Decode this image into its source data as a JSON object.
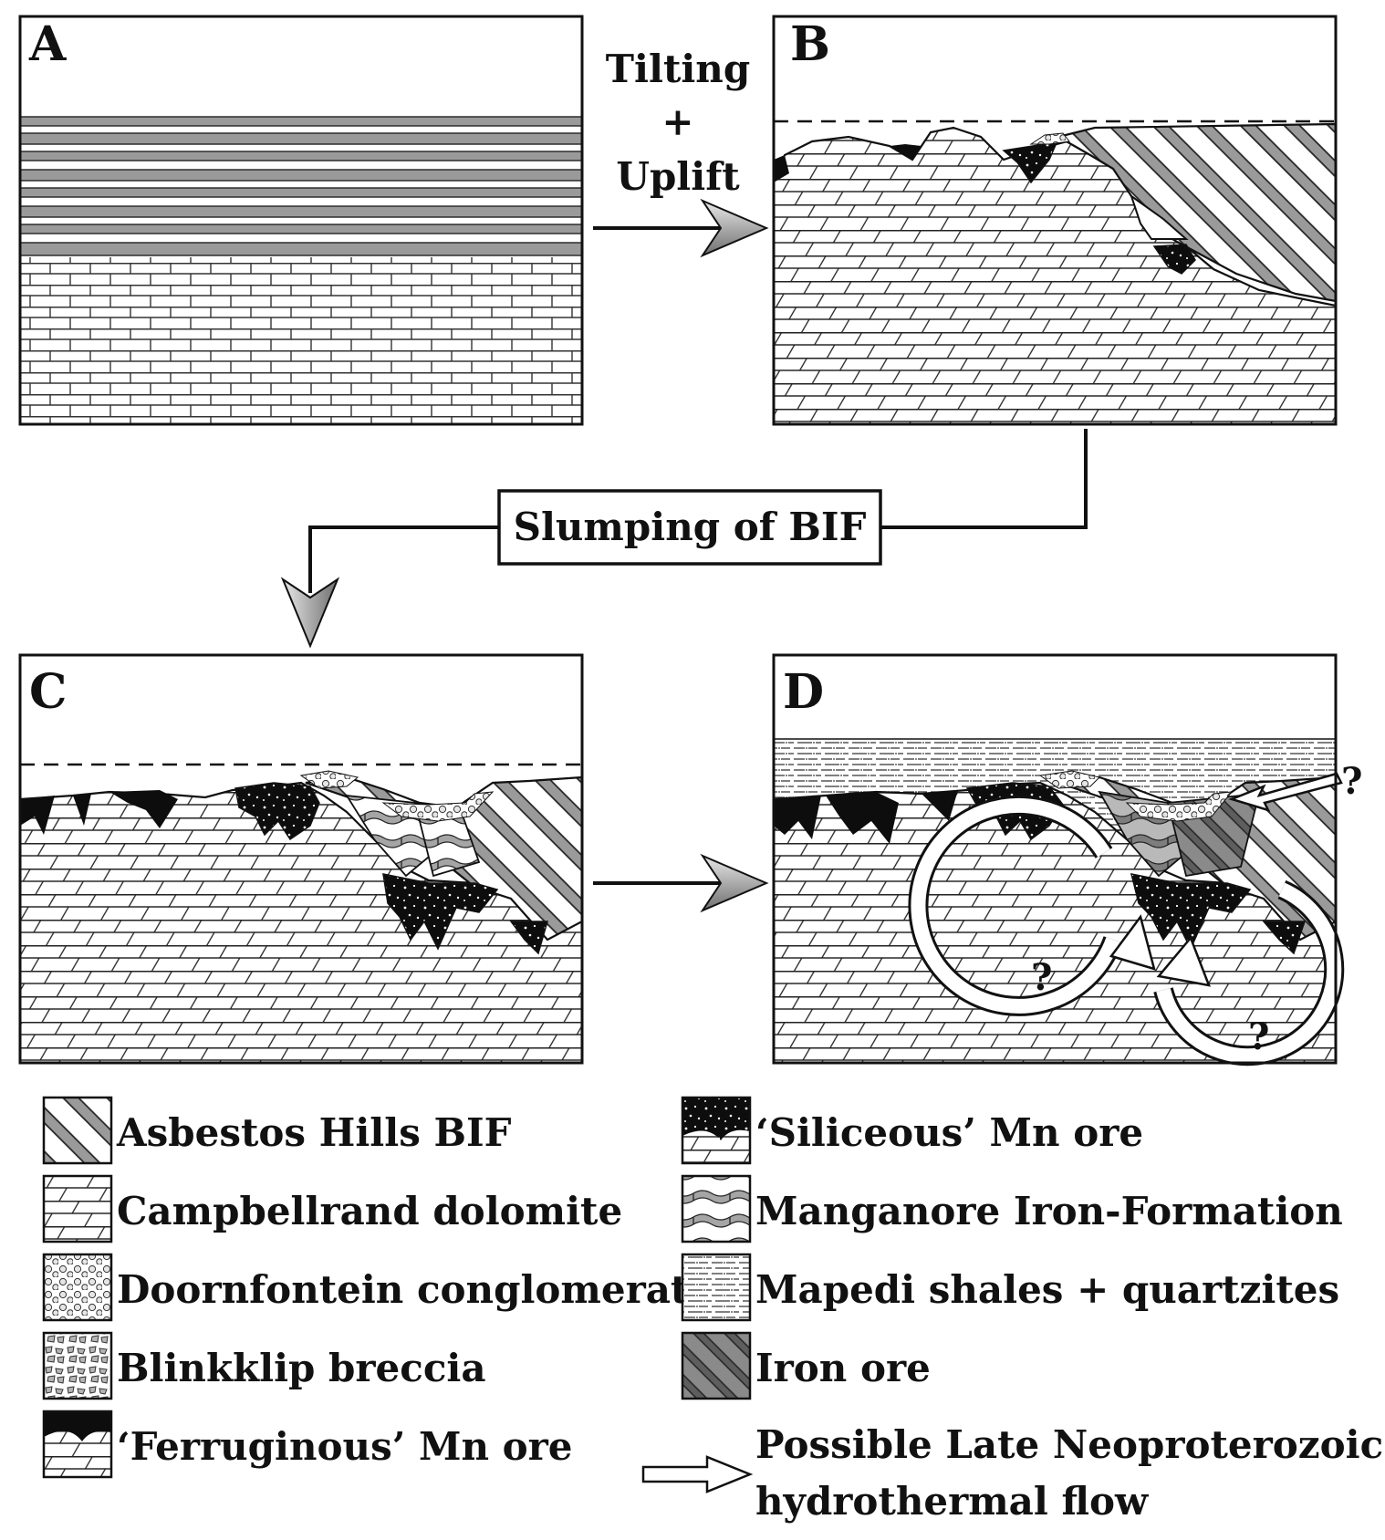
{
  "panels": {
    "a": {
      "letter": "A"
    },
    "b": {
      "letter": "B"
    },
    "c": {
      "letter": "C"
    },
    "d": {
      "letter": "D"
    }
  },
  "steps": {
    "tilting": [
      "Tilting",
      "+",
      "Uplift"
    ],
    "slumping": "Slumping of BIF"
  },
  "question_mark": "?",
  "legend": {
    "left": [
      {
        "label": "Asbestos Hills BIF",
        "pattern": "bif-stripes"
      },
      {
        "label": "Campbellrand dolomite",
        "pattern": "dolomite-bricks"
      },
      {
        "label": "Doornfontein conglomerate",
        "pattern": "conglomerate-circles"
      },
      {
        "label": "Blinkklip breccia",
        "pattern": "breccia-fragments"
      },
      {
        "label": "‘Ferruginous’ Mn ore",
        "pattern": "ferruginous-ore"
      }
    ],
    "right": [
      {
        "label": "‘Siliceous’ Mn ore",
        "pattern": "siliceous-ore"
      },
      {
        "label": "Manganore Iron-Formation",
        "pattern": "manganore-wavy"
      },
      {
        "label": "Mapedi shales + quartzites",
        "pattern": "shale-dashes"
      },
      {
        "label": "Iron ore",
        "pattern": "iron-ore-stripes"
      }
    ],
    "flow_lines": [
      "Possible Late Neoproterozoic",
      "hydrothermal flow"
    ]
  },
  "colors": {
    "ink": "#111111",
    "bif_gray": "#9a9a9a",
    "iron_ore_gray": "#7a7a7a",
    "arrow_gray": "#8c8c8c",
    "conglomerate_gray": "#c9c9c9"
  }
}
